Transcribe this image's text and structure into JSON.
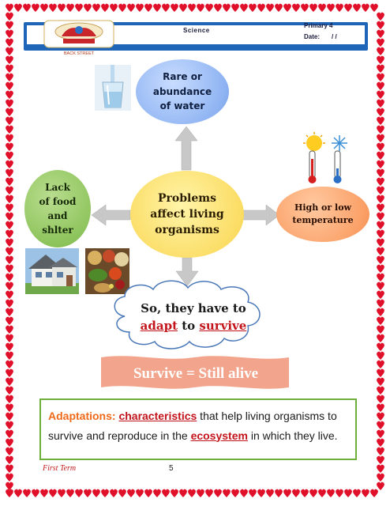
{
  "header": {
    "subject": "Science",
    "grade": "Primary 4",
    "date_label": "Date:",
    "date_value": "/ /",
    "logo_text": "BACK STREET"
  },
  "diagram": {
    "water": [
      "Rare or",
      "abundance",
      "of water"
    ],
    "food": [
      "Lack",
      "of food",
      "and",
      "shlter"
    ],
    "center": [
      "Problems",
      "affect living",
      "organisms"
    ],
    "temperature": [
      "High or low",
      "temperature"
    ],
    "result": {
      "line1": "So, they have to",
      "adapt": "adapt",
      "to": " to ",
      "survive": "survive"
    },
    "banner": "Survive = Still alive"
  },
  "definition": {
    "term": "Adaptations:",
    "word1": "characteristics",
    "text1": " that help living organisms to survive and reproduce in the ",
    "word2": "ecosystem",
    "text2": " in which they live."
  },
  "footer": {
    "term": "First Term",
    "page": "5"
  },
  "colors": {
    "heart_border": "#e0102a",
    "header_band": "#1f66b8",
    "water_node": "#8eb3f2",
    "food_node": "#8cc35a",
    "center_node": "#fbdc63",
    "temperature_node": "#fba067",
    "arrow": "#c8c8c8",
    "banner": "#f2a58c",
    "definition_border": "#6eae3a"
  },
  "icons": [
    "heart-border",
    "school-logo-icon",
    "water-glass-image",
    "house-image",
    "food-image",
    "sun-snowflake-thermometer-image"
  ]
}
